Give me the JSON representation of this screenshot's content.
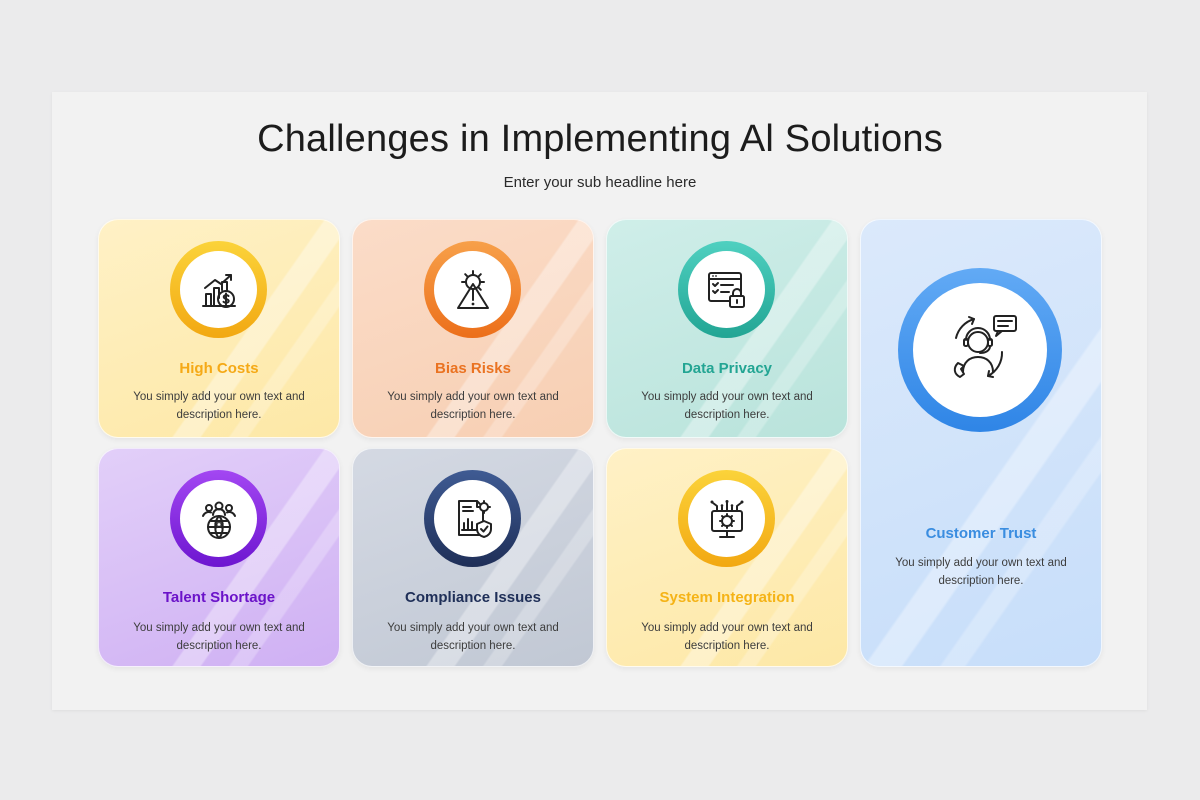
{
  "header": {
    "title": "Challenges in Implementing Al Solutions",
    "subtitle": "Enter your sub headline here"
  },
  "cards": [
    {
      "title": "High Costs",
      "description": "You simply add your own text and description here.",
      "icon": "cost-chart-icon",
      "color": "#f5b316"
    },
    {
      "title": "Bias Risks",
      "description": "You simply add your own text and description here.",
      "icon": "warning-gear-icon",
      "color": "#ef7d23"
    },
    {
      "title": "Data Privacy",
      "description": "You simply add your own text and description here.",
      "icon": "data-lock-icon",
      "color": "#2bb3a2"
    },
    {
      "title": "Customer Trust",
      "description": "You simply add your own text and description here.",
      "icon": "customer-support-icon",
      "color": "#3a8de0"
    },
    {
      "title": "Talent Shortage",
      "description": "You simply add your own text and description here.",
      "icon": "global-talent-icon",
      "color": "#7a1fd6"
    },
    {
      "title": "Compliance Issues",
      "description": "You simply add your own text and description here.",
      "icon": "compliance-document-icon",
      "color": "#23345e"
    },
    {
      "title": "System Integration",
      "description": "You simply add your own text and description here.",
      "icon": "system-integration-icon",
      "color": "#f5b316"
    }
  ]
}
